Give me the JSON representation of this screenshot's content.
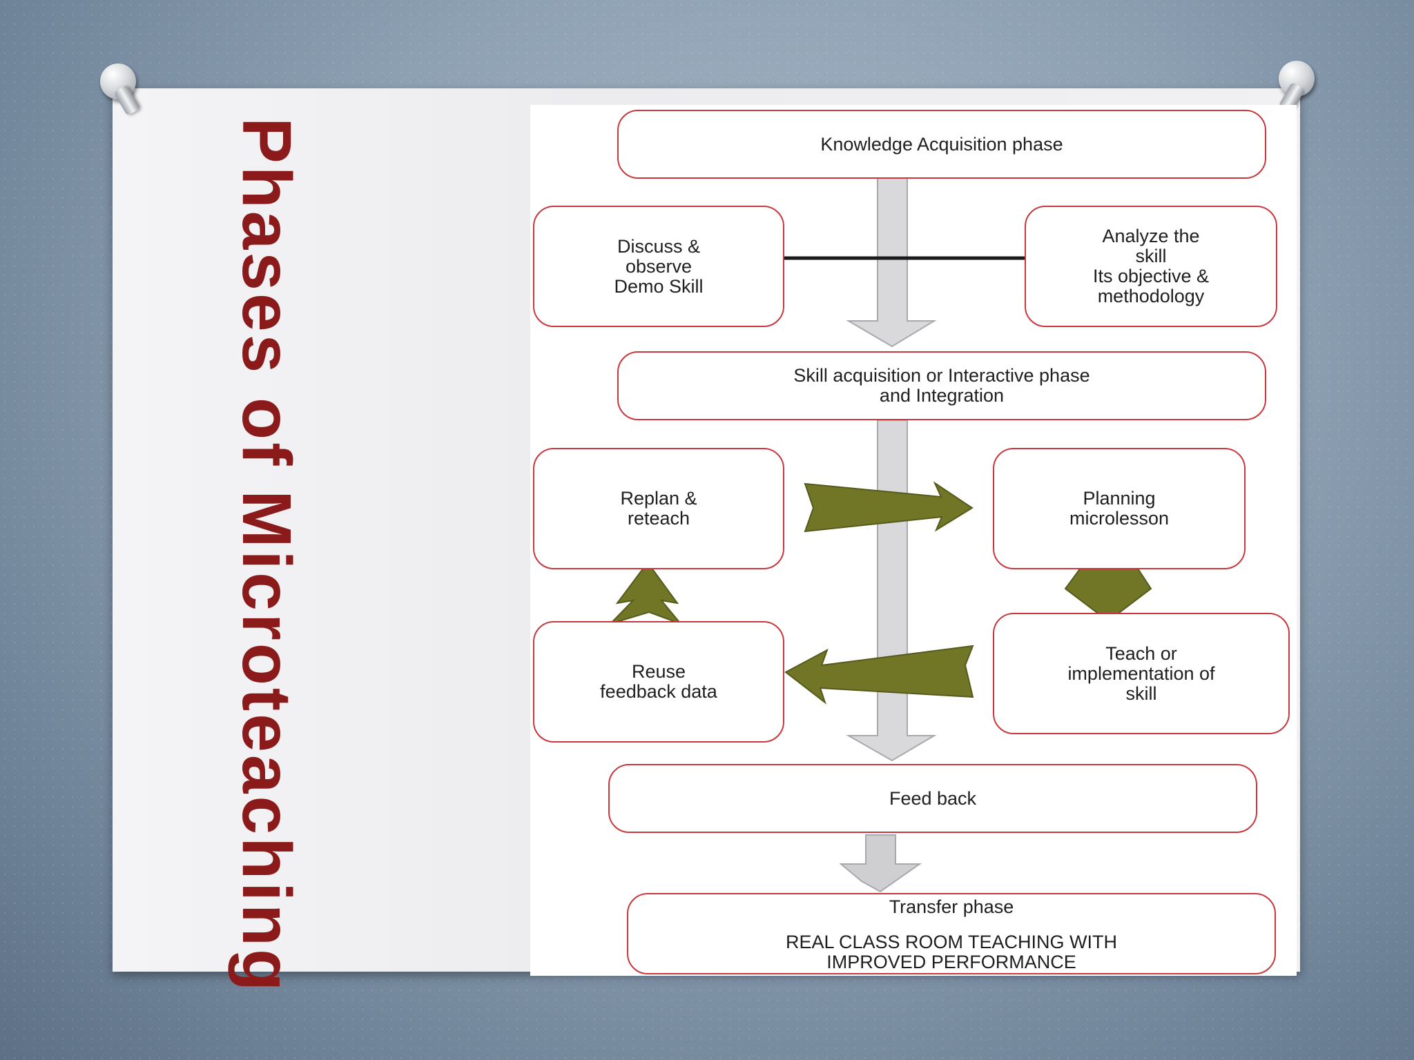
{
  "slide": {
    "title_line1": "Phases of",
    "title_line2": "Microteaching",
    "title_color": "#8b1a1a",
    "background_color": "#8ea1b3"
  },
  "diagram": {
    "border_color": "#c9363c",
    "cycle_arrow_color": "#717626",
    "flow_arrow_color": "#d9d9dc",
    "nodes": {
      "knowledge": {
        "lines": [
          "Knowledge Acquisition phase"
        ]
      },
      "discuss": {
        "lines": [
          "Discuss &",
          "observe",
          "Demo Skill"
        ]
      },
      "analyze": {
        "lines": [
          "Analyze the",
          "skill",
          "Its objective &",
          "methodology"
        ]
      },
      "skill_acq": {
        "lines": [
          "Skill acquisition or Interactive phase",
          "and Integration"
        ]
      },
      "replan": {
        "lines": [
          "Replan &",
          "reteach"
        ]
      },
      "planning": {
        "lines": [
          "Planning",
          "microlesson"
        ]
      },
      "reuse": {
        "lines": [
          "Reuse",
          "feedback data"
        ]
      },
      "teach": {
        "lines": [
          "Teach or",
          "implementation of",
          "skill"
        ]
      },
      "feedback": {
        "lines": [
          "Feed back"
        ]
      },
      "transfer": {
        "lines": [
          "Transfer phase",
          "",
          "REAL CLASS ROOM TEACHING WITH",
          "IMPROVED PERFORMANCE"
        ]
      }
    }
  }
}
